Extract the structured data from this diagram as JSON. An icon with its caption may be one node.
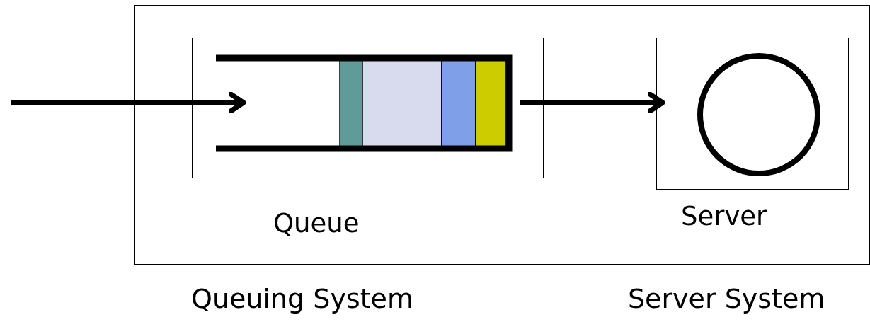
{
  "diagram": {
    "nodes": [
      {
        "text": [],
        "shape": "box"
      },
      {
        "text": [
          "Queue"
        ],
        "in": 0
      },
      {
        "text": [
          "Server"
        ],
        "in": 0
      },
      {
        "text": [],
        "shape": "circle",
        "in": 2
      }
    ],
    "edges": [
      {
        "from": null,
        "to": 1,
        "arrow": "to"
      },
      {
        "from": 1,
        "to": 2,
        "arrow": "to"
      }
    ],
    "labels": [
      "Queuing System",
      "Server System"
    ]
  }
}
